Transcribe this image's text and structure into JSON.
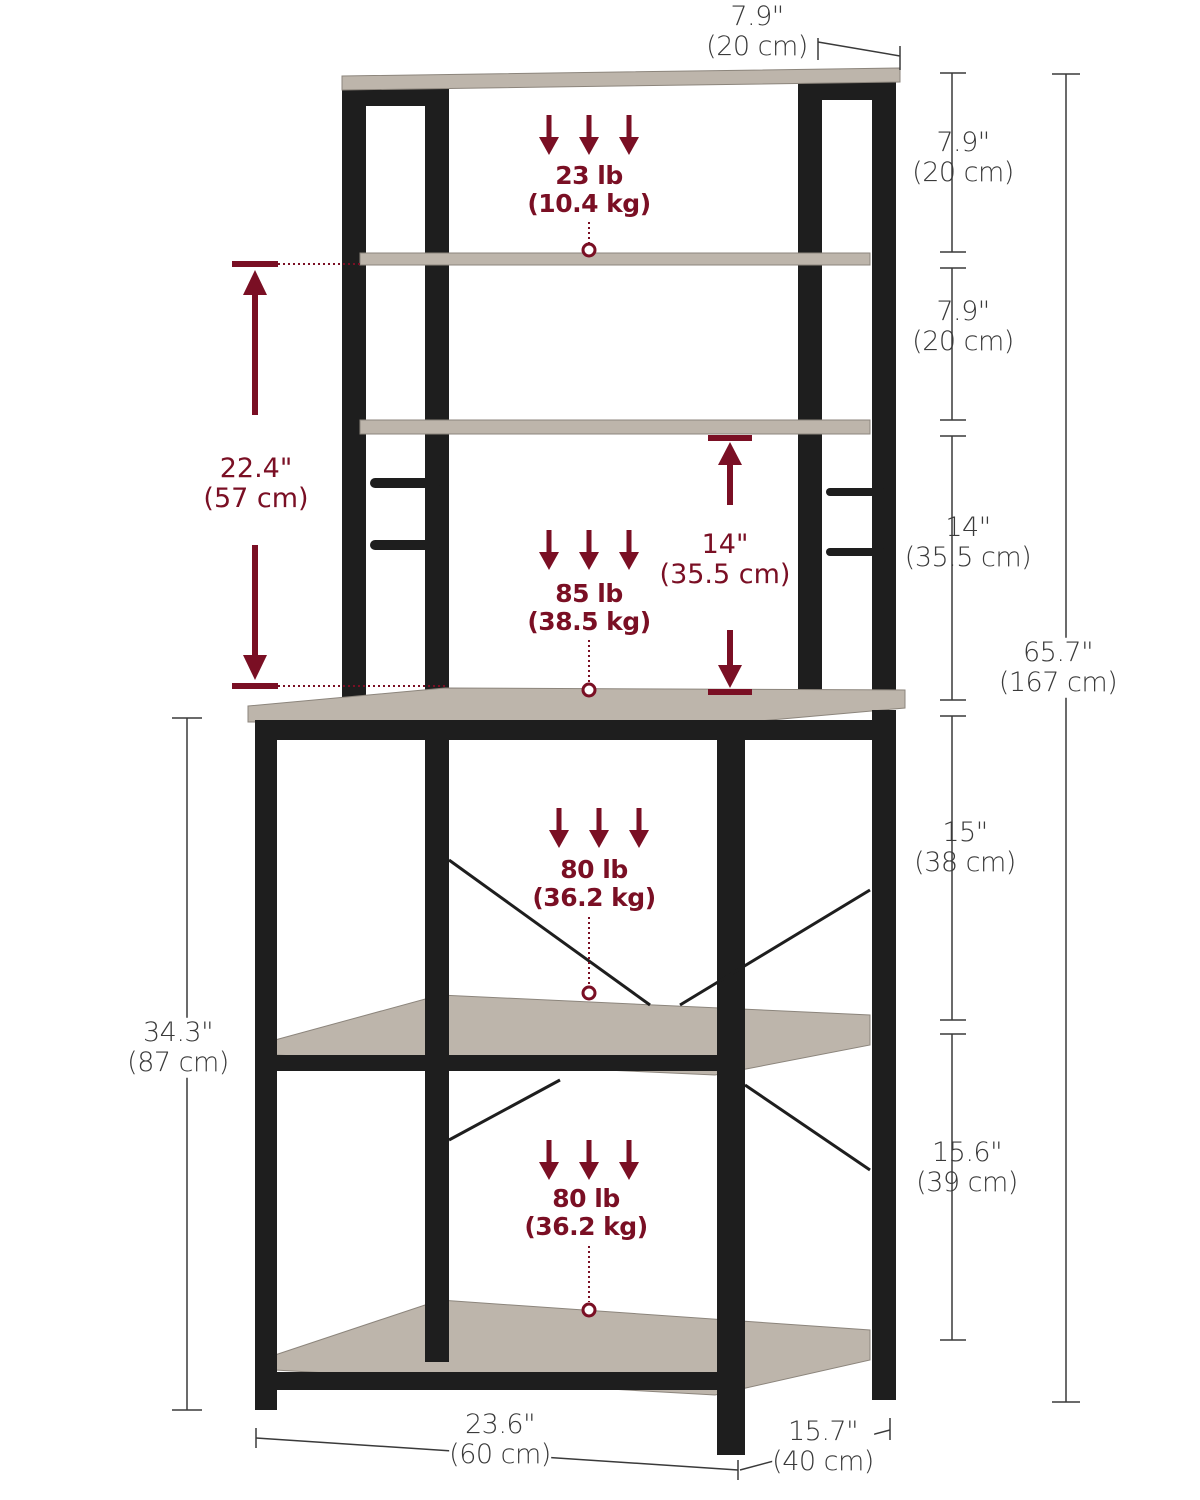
{
  "colors": {
    "accent": "#7a0f24",
    "frame": "#1e1e1e",
    "wood": "#b8b0a6",
    "dimension_text": "#3a3a3a"
  },
  "dimensions": {
    "top_depth": {
      "in": "7.9\"",
      "cm": "(20 cm)"
    },
    "top_gap": {
      "in": "7.9\"",
      "cm": "(20 cm)"
    },
    "second_gap": {
      "in": "7.9\"",
      "cm": "(20 cm)"
    },
    "hutch_gap_right": {
      "in": "14\"",
      "cm": "(35.5 cm)"
    },
    "upper_base_gap": {
      "in": "15\"",
      "cm": "(38 cm)"
    },
    "lower_base_gap": {
      "in": "15.6\"",
      "cm": "(39 cm)"
    },
    "total_height": {
      "in": "65.7\"",
      "cm": "(167 cm)"
    },
    "hutch_height": {
      "in": "22.4\"",
      "cm": "(57 cm)"
    },
    "hutch_gap_inner": {
      "in": "14\"",
      "cm": "(35.5 cm)"
    },
    "counter_height": {
      "in": "34.3\"",
      "cm": "(87 cm)"
    },
    "width": {
      "in": "23.6\"",
      "cm": "(60 cm)"
    },
    "depth": {
      "in": "15.7\"",
      "cm": "(40 cm)"
    }
  },
  "loads": [
    {
      "lb": "23 lb",
      "kg": "(10.4 kg)"
    },
    {
      "lb": "85 lb",
      "kg": "(38.5 kg)"
    },
    {
      "lb": "80 lb",
      "kg": "(36.2 kg)"
    },
    {
      "lb": "80 lb",
      "kg": "(36.2 kg)"
    }
  ]
}
